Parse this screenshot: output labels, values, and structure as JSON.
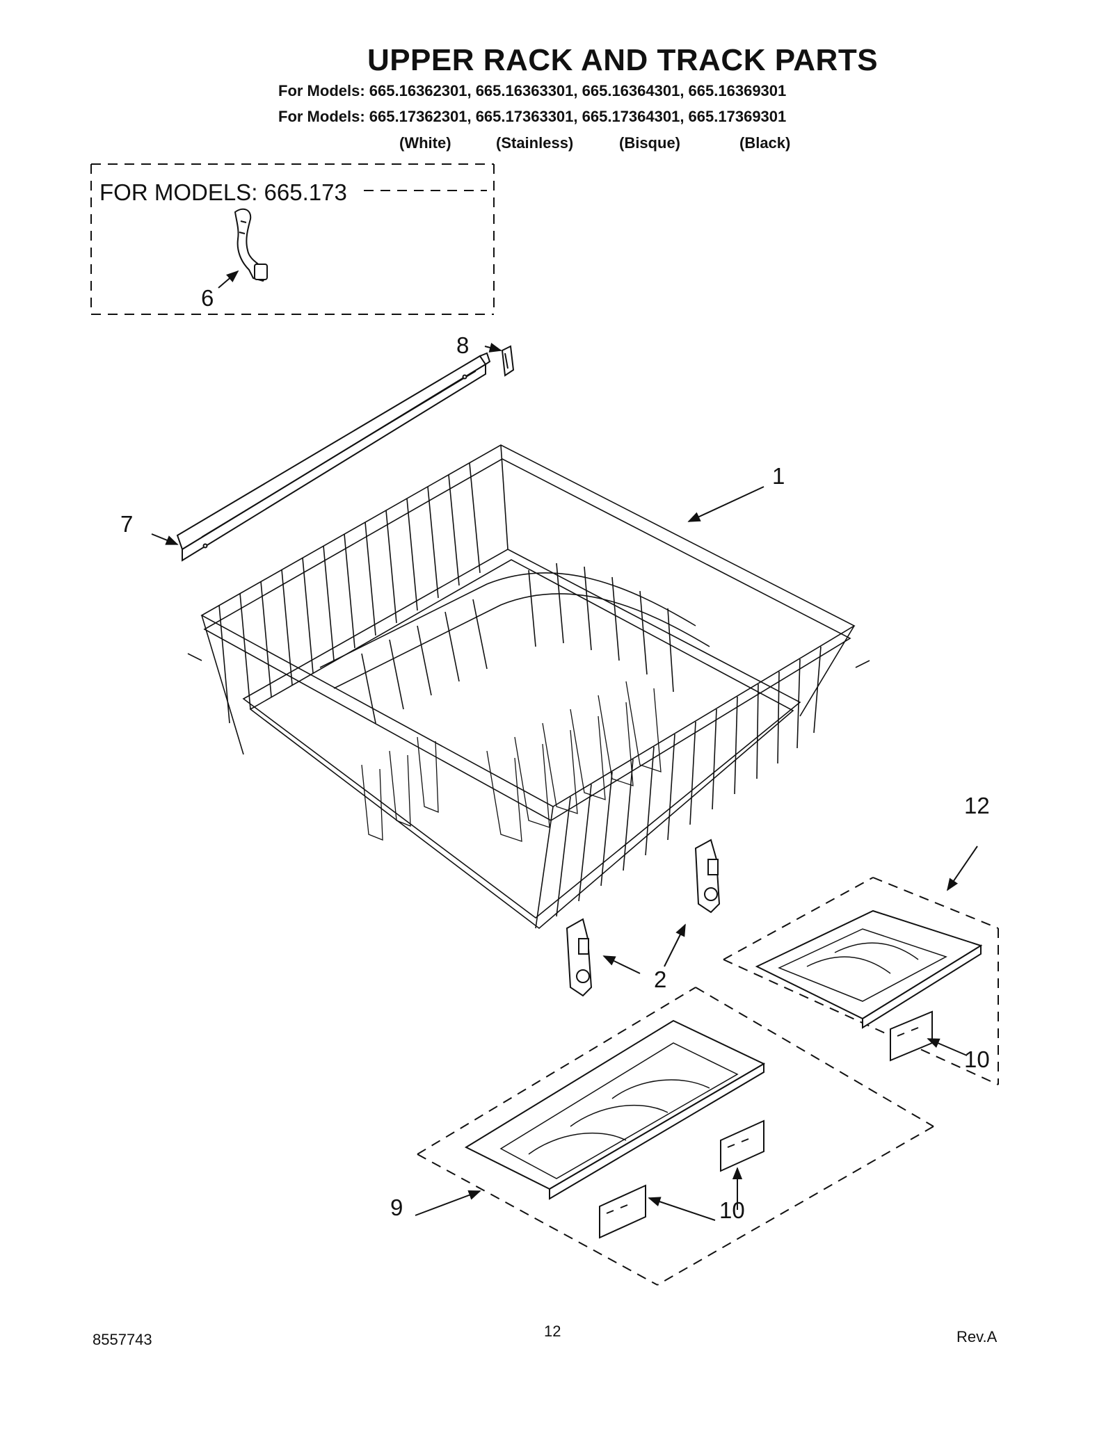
{
  "header": {
    "title": "UPPER RACK AND TRACK PARTS",
    "models_line_1": "For Models: 665.16362301, 665.16363301, 665.16364301, 665.16369301",
    "models_line_2": "For Models: 665.17362301, 665.17363301, 665.17364301, 665.17369301",
    "variants": [
      "(White)",
      "(Stainless)",
      "(Bisque)",
      "(Black)"
    ]
  },
  "inset": {
    "label": "FOR MODELS: 665.173"
  },
  "callouts": {
    "c1": "1",
    "c2": "2",
    "c6": "6",
    "c7": "7",
    "c8": "8",
    "c9": "9",
    "c10a": "10",
    "c10b": "10",
    "c12": "12"
  },
  "footer": {
    "doc_number": "8557743",
    "page_number": "12",
    "revision": "Rev.A"
  }
}
